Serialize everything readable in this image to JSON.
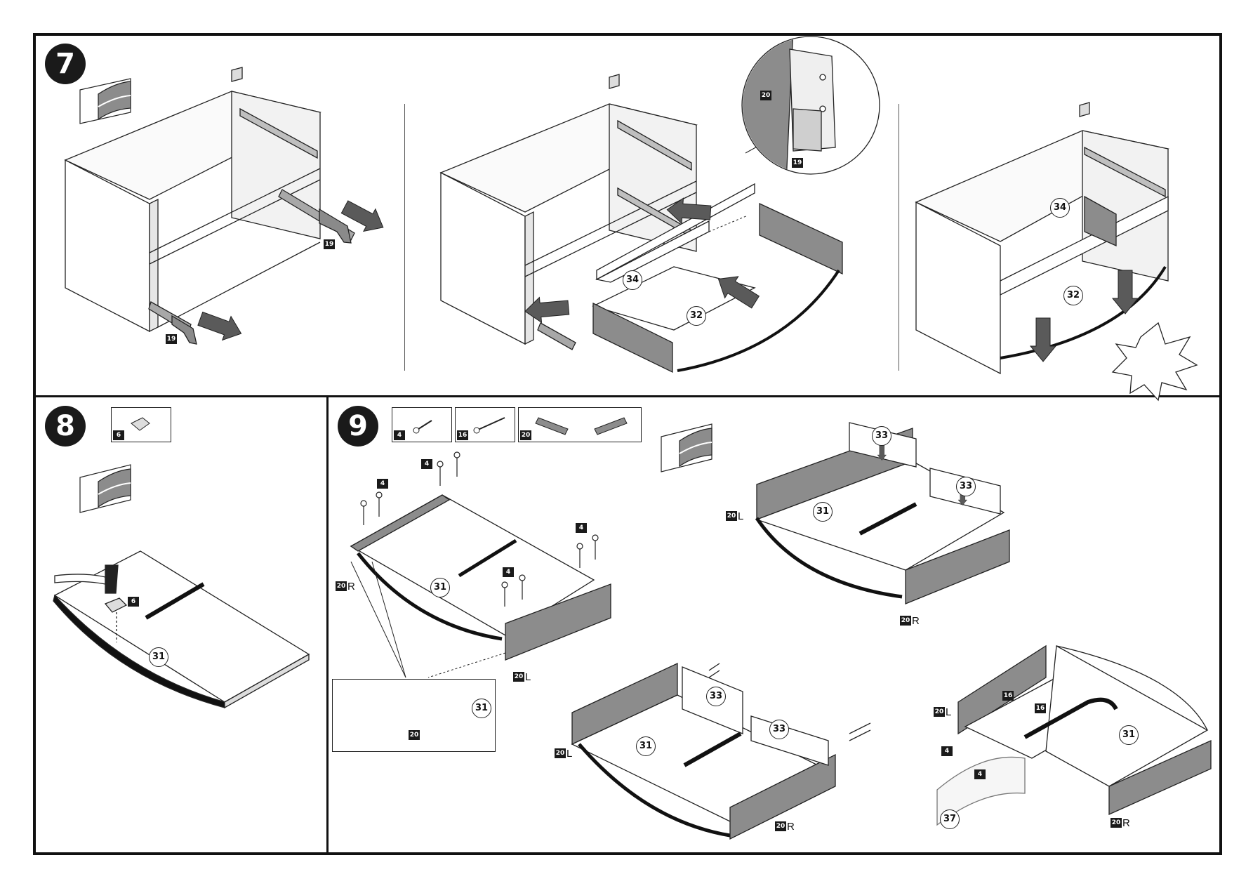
{
  "steps": [
    {
      "number": "7"
    },
    {
      "number": "8"
    },
    {
      "number": "9"
    }
  ],
  "hardware": {
    "step8": {
      "part": "6"
    },
    "step9": [
      {
        "part": "4"
      },
      {
        "part": "16"
      },
      {
        "part": "20"
      }
    ]
  },
  "labels": {
    "runner": "19",
    "back_panel": "34",
    "bottom": "32",
    "front_bottom": "31",
    "side_back": "33",
    "front": "37",
    "bracket": "20",
    "screw_small": "4",
    "screw_long": "16",
    "stopper": "6",
    "right": "R",
    "left": "L"
  },
  "colors": {
    "ink": "#111111",
    "panel_gray": "#8c8c8c",
    "arrow_gray": "#5a5a5a",
    "light_gray": "#cfcfcf"
  }
}
